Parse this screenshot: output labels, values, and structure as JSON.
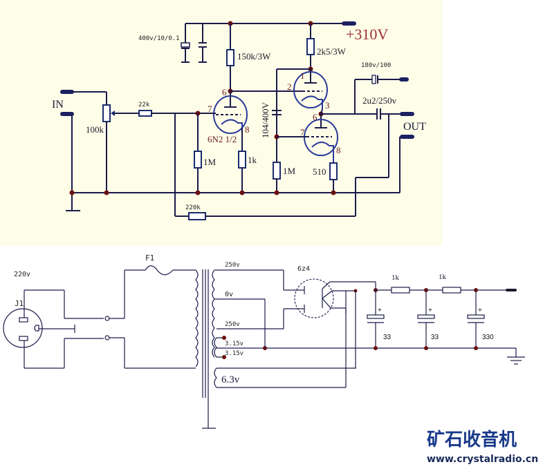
{
  "amplifier": {
    "supply_label": "+310V",
    "input_label": "IN",
    "output_label": "OUT",
    "tube_label": "6N2 1/2",
    "components": {
      "filter_caps": "400v/10/0.1",
      "plate_resistor_1": "150k/3W",
      "plate_resistor_2": "2k5/3W",
      "bypass_cap": "180v/100",
      "output_cap": "2u2/250v",
      "coupling_cap": "104/400V",
      "volume_pot": "100k",
      "input_resistor": "22k",
      "grid_resistor_1": "1M",
      "cathode_resistor_1": "1k",
      "grid_resistor_2": "1M",
      "cathode_resistor_2": "510",
      "feedback_resistor": "220k"
    },
    "pins": {
      "v1_plate": "6",
      "v1_grid": "7",
      "v1_cathode": "8",
      "v2_plate": "1",
      "v2_grid": "2",
      "v2_cathode": "3",
      "v3_plate": "6",
      "v3_grid": "7",
      "v3_cathode": "8"
    }
  },
  "power_supply": {
    "mains_label": "220v",
    "connector_label": "J1",
    "fuse_label": "F1",
    "rectifier_label": "6z4",
    "secondary": {
      "hv_top": "250v",
      "center_tap": "0v",
      "hv_bottom": "250v",
      "heater_a": "3.15v",
      "heater_b": "3.15v",
      "heater_main": "6.3v"
    },
    "filter": {
      "resistor_1": "1k",
      "resistor_2": "1k",
      "cap_1": "33",
      "cap_2": "33",
      "cap_3": "330"
    }
  },
  "watermark": {
    "title": "矿石收音机",
    "url": "www.crystalradio.cn"
  }
}
